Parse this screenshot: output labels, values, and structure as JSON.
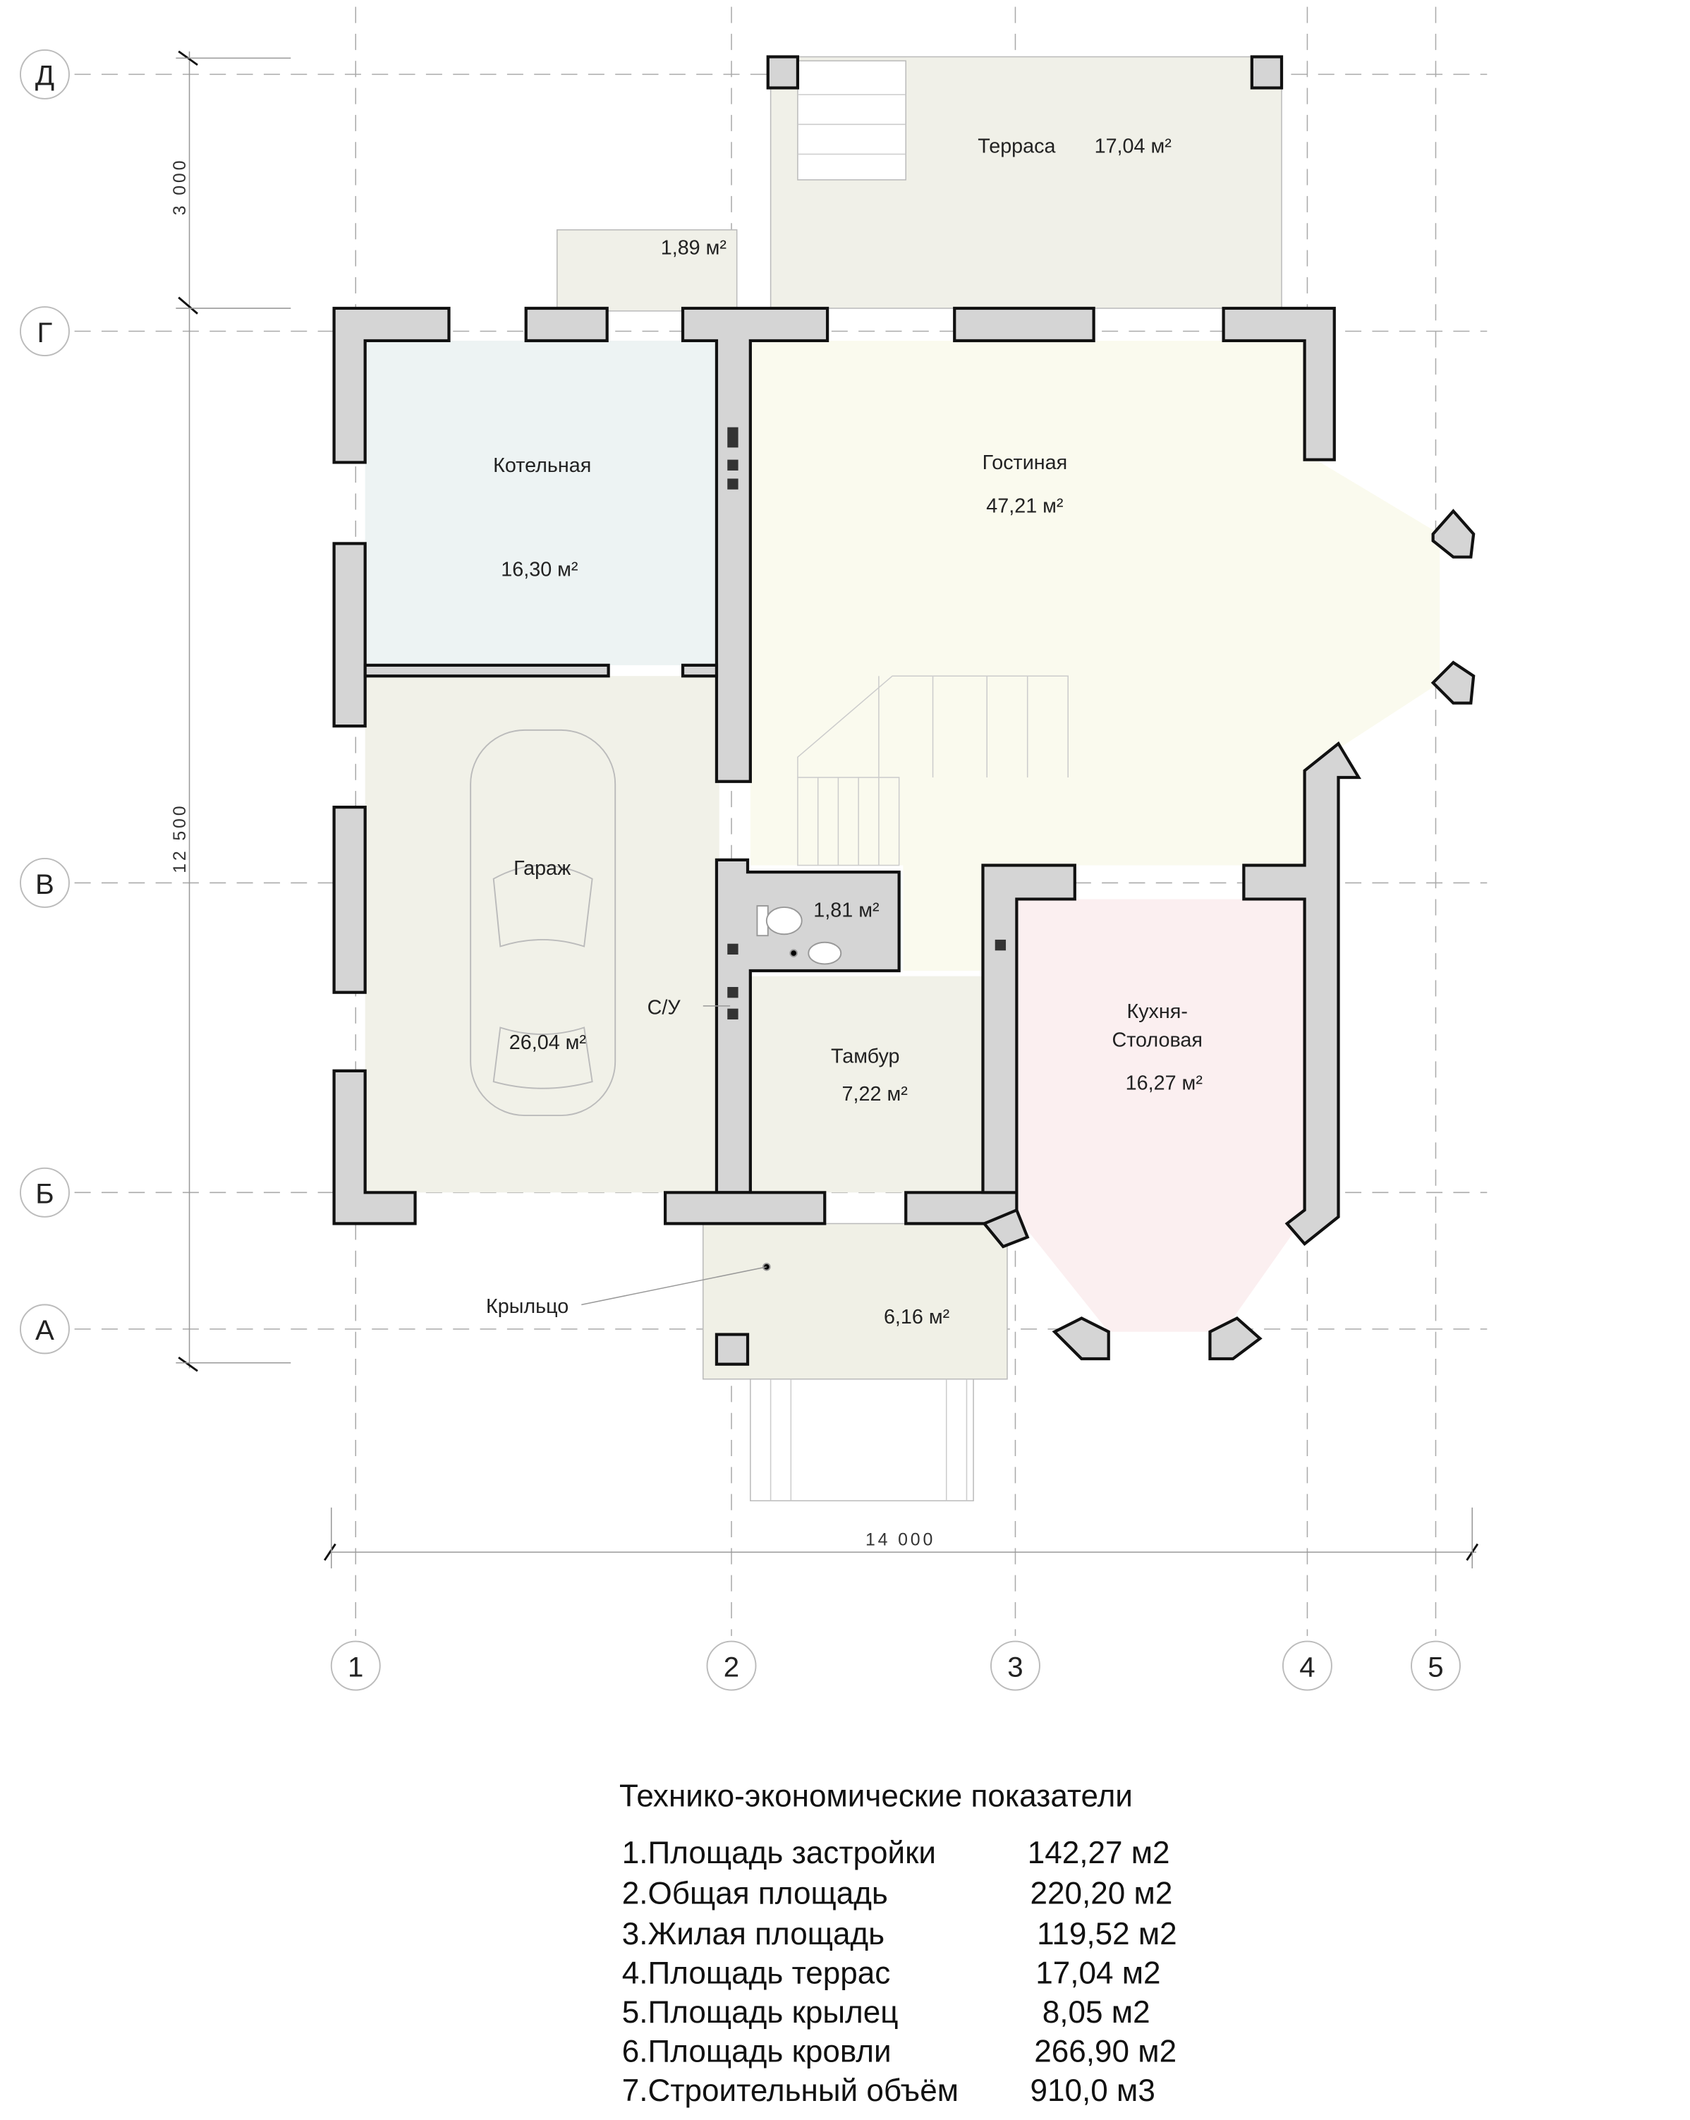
{
  "axes": {
    "rows": [
      "Д",
      "Г",
      "В",
      "Б",
      "А"
    ],
    "columns": [
      "1",
      "2",
      "3",
      "4",
      "5"
    ]
  },
  "dimensions": {
    "top_vertical": "3 000",
    "main_vertical": "12 500",
    "horizontal": "14 000"
  },
  "rooms": {
    "terrace": {
      "name": "Терраса",
      "area": "17,04 м²"
    },
    "back_porch": {
      "area": "1,89 м²"
    },
    "boiler": {
      "name": "Котельная",
      "area": "16,30 м²"
    },
    "living": {
      "name": "Гостиная",
      "area": "47,21 м²"
    },
    "garage": {
      "name": "Гараж",
      "area": "26,04 м²"
    },
    "wc": {
      "name": "С/У",
      "area": "1,81 м²"
    },
    "vestibule": {
      "name": "Тамбур",
      "area": "7,22 м²"
    },
    "kitchen": {
      "name1": "Кухня-",
      "name2": "Столовая",
      "area": "16,27 м²"
    },
    "porch": {
      "name": "Крыльцо",
      "area": "6,16 м²"
    }
  },
  "colors": {
    "boiler": "#edf3f3",
    "living": "#fafaee",
    "garage": "#f1f1e8",
    "kitchen": "#fbeff0",
    "wc": "#e6efef",
    "wall": "#d5d5d5"
  },
  "indicators": {
    "title": "Технико-экономические показатели",
    "rows": [
      {
        "label": "1.Площадь застройки",
        "value": "142,27 м2"
      },
      {
        "label": "2.Общая площадь",
        "value": "220,20 м2"
      },
      {
        "label": "3.Жилая площадь",
        "value": "119,52 м2"
      },
      {
        "label": "4.Площадь террас",
        "value": "17,04 м2"
      },
      {
        "label": "5.Площадь крылец",
        "value": "8,05 м2"
      },
      {
        "label": "6.Площадь кровли",
        "value": "266,90 м2"
      },
      {
        "label": "7.Строительный объём",
        "value": "910,0 м3"
      }
    ]
  }
}
